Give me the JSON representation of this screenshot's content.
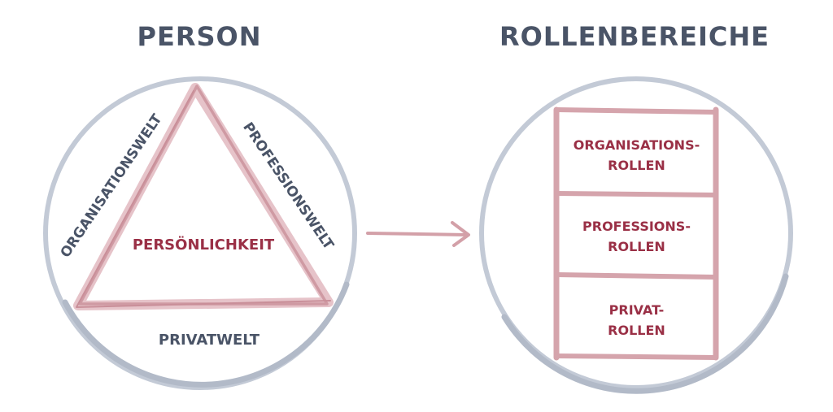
{
  "titles": {
    "left": "PERSON",
    "right": "ROLLENBEREICHE"
  },
  "person_diagram": {
    "side_left": "ORGANISATIONSWELT",
    "side_right": "PROFESSIONSWELT",
    "side_bottom": "PRIVATWELT",
    "center": "PERSÖNLICHKEIT"
  },
  "roles": [
    {
      "line1": "ORGANISATIONS-",
      "line2": "ROLLEN"
    },
    {
      "line1": "PROFESSIONS-",
      "line2": "ROLLEN"
    },
    {
      "line1": "PRIVAT-",
      "line2": "ROLLEN"
    }
  ],
  "colors": {
    "slate": "#4a5467",
    "crimson": "#9a3046",
    "circle": "#b8c0cd",
    "stroke_pink": "#d5a4ac"
  }
}
